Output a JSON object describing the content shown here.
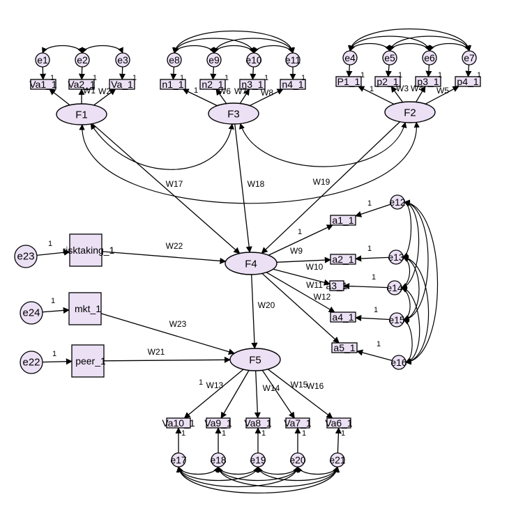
{
  "diagram": {
    "colors": {
      "node_fill": "#ebe0f4",
      "stroke": "#000000",
      "background": "#ffffff"
    },
    "latent_factors": [
      {
        "id": "F1",
        "label": "F1"
      },
      {
        "id": "F3",
        "label": "F3"
      },
      {
        "id": "F2",
        "label": "F2"
      },
      {
        "id": "F4",
        "label": "F4"
      },
      {
        "id": "F5",
        "label": "F5"
      }
    ],
    "observed_indicators": [
      {
        "id": "Va1",
        "label": "Va1_1"
      },
      {
        "id": "Va2",
        "label": "Va2_1"
      },
      {
        "id": "Va3",
        "label": "Va_1"
      },
      {
        "id": "n1",
        "label": "n1_1"
      },
      {
        "id": "n2",
        "label": "n2_1"
      },
      {
        "id": "n3",
        "label": "n3_1"
      },
      {
        "id": "n4",
        "label": "n4_1"
      },
      {
        "id": "P1",
        "label": "P1_1"
      },
      {
        "id": "p2",
        "label": "p2_1"
      },
      {
        "id": "p3",
        "label": "p3_1"
      },
      {
        "id": "p4",
        "label": "p4_1"
      },
      {
        "id": "a1",
        "label": "a1_1"
      },
      {
        "id": "a2",
        "label": "a2_1"
      },
      {
        "id": "a3",
        "label": "a3_1"
      },
      {
        "id": "a4",
        "label": "a4_1"
      },
      {
        "id": "a5",
        "label": "a5_1"
      },
      {
        "id": "Va10",
        "label": "Va10_1"
      },
      {
        "id": "Va9",
        "label": "Va9_1"
      },
      {
        "id": "Va8",
        "label": "Va8_1"
      },
      {
        "id": "Va7",
        "label": "Va7_1"
      },
      {
        "id": "Va6",
        "label": "Va6_1"
      }
    ],
    "exogenous_observed": [
      {
        "id": "risk",
        "label": "risktaking_1"
      },
      {
        "id": "mkt",
        "label": "mkt_1"
      },
      {
        "id": "peer",
        "label": "peer_1"
      }
    ],
    "error_terms": [
      "e1",
      "e2",
      "e3",
      "e8",
      "e9",
      "e10",
      "e11",
      "e4",
      "e5",
      "e6",
      "e7",
      "e12",
      "e13",
      "e14",
      "e15",
      "e16",
      "e17",
      "e18",
      "e19",
      "e20",
      "e21",
      "e23",
      "e24",
      "e22"
    ],
    "path_weights": [
      "W1",
      "W2",
      "W6",
      "W7",
      "W8",
      "W3",
      "W4",
      "W5",
      "W9",
      "W10",
      "W11",
      "W12",
      "W13",
      "W14",
      "W15",
      "W16",
      "W17",
      "W18",
      "W19",
      "W20",
      "W21",
      "W22",
      "W23"
    ],
    "fixed_parameter": "1"
  }
}
